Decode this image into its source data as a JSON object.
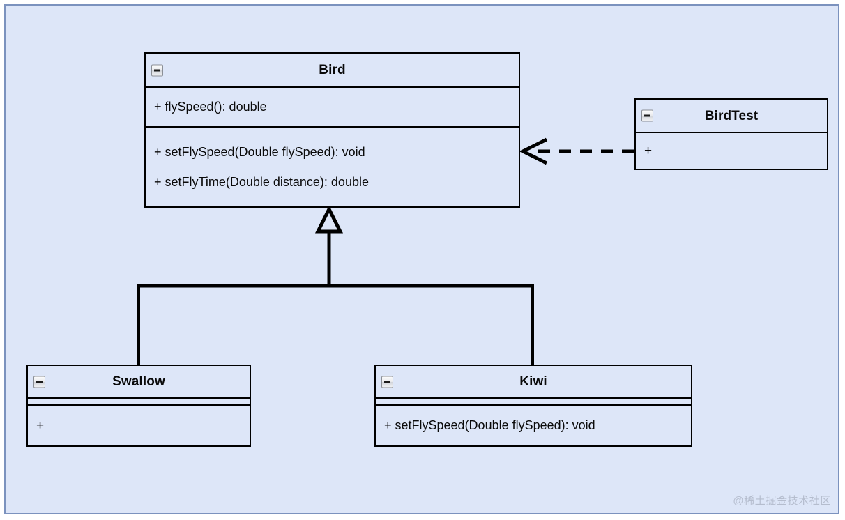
{
  "diagram": {
    "type": "uml-class-diagram",
    "canvas": {
      "background_color": "#dde6f8",
      "border_color": "#7b92be",
      "line_color": "#000000"
    },
    "classes": [
      {
        "id": "bird",
        "name": "Bird",
        "collapse_icon": "minus-icon",
        "attributes": [
          "+ flySpeed(): double"
        ],
        "operations": [
          "+ setFlySpeed(Double flySpeed): void",
          "+ setFlyTime(Double distance): double"
        ]
      },
      {
        "id": "birdtest",
        "name": "BirdTest",
        "collapse_icon": "minus-icon",
        "attributes": [],
        "operations": [
          "+"
        ]
      },
      {
        "id": "swallow",
        "name": "Swallow",
        "collapse_icon": "minus-icon",
        "attributes": [],
        "operations": [
          "+"
        ]
      },
      {
        "id": "kiwi",
        "name": "Kiwi",
        "collapse_icon": "minus-icon",
        "attributes": [],
        "operations": [
          "+ setFlySpeed(Double flySpeed): void"
        ]
      }
    ],
    "relationships": [
      {
        "id": "dependency-birdtest-bird",
        "kind": "dependency",
        "style": "dashed",
        "arrowhead": "open-arrow",
        "from": "BirdTest",
        "to": "Bird"
      },
      {
        "id": "generalization-swallow-bird",
        "kind": "generalization",
        "style": "solid",
        "arrowhead": "hollow-triangle",
        "from": "Swallow",
        "to": "Bird"
      },
      {
        "id": "generalization-kiwi-bird",
        "kind": "generalization",
        "style": "solid",
        "arrowhead": "hollow-triangle",
        "from": "Kiwi",
        "to": "Bird"
      }
    ]
  },
  "watermark": {
    "text": "@稀土掘金技术社区"
  }
}
